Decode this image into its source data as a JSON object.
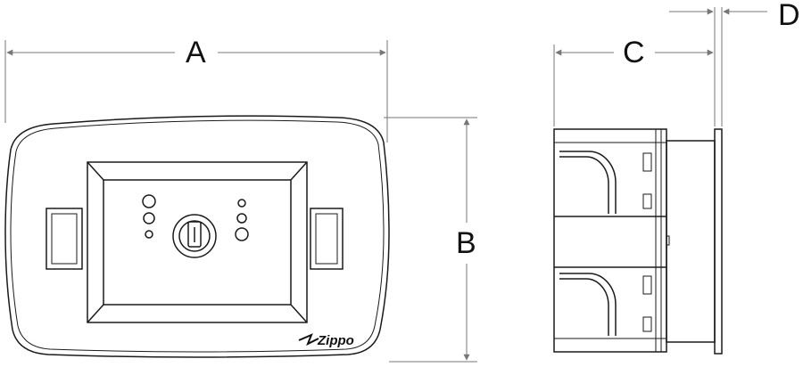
{
  "dimensions": {
    "a_label": "A",
    "b_label": "B",
    "c_label": "C",
    "d_label": "D"
  },
  "brand": {
    "logo_text": "Zippo"
  },
  "colors": {
    "line": "#1a1a1a",
    "dimension_line": "#777777"
  }
}
